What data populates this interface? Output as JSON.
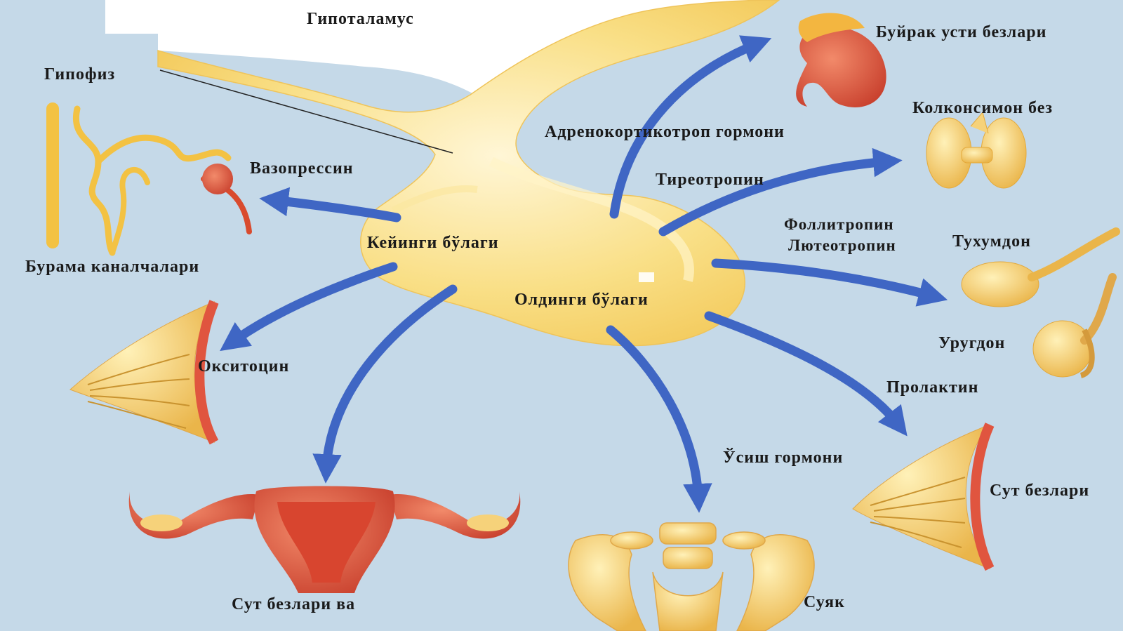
{
  "labels": {
    "hypothalamus": "Гипоталамус",
    "hypophysis": "Гипофиз",
    "adrenal": "Буйрак усти безлари",
    "thyroid": "Колконсимон без",
    "acth": "Адренокортикотроп гормони",
    "vasopressin": "Вазопрессин",
    "tsh": "Тиреотропин",
    "fsh": "Фоллитропин",
    "lh": "Лютеотропин",
    "ovary": "Тухумдон",
    "posterior_lobe": "Кейинги бўлаги",
    "renal_tubules": "Бурама каналчалари",
    "anterior_lobe": "Олдинги бўлаги",
    "testis": "Уругдон",
    "oxytocin": "Окситоцин",
    "prolactin": "Пролактин",
    "growth_hormone": "Ўсиш гормони",
    "mammary_right": "Сут безлари",
    "mammary_uterus": "Сут безлари ва",
    "bone": "Суяк"
  },
  "colors": {
    "background": "#c5d9e8",
    "gland": "#f7d775",
    "gland_light": "#fbe9a8",
    "arrow": "#3f66c4",
    "organ_red": "#e0553f",
    "organ_yellow": "#f3c243"
  }
}
